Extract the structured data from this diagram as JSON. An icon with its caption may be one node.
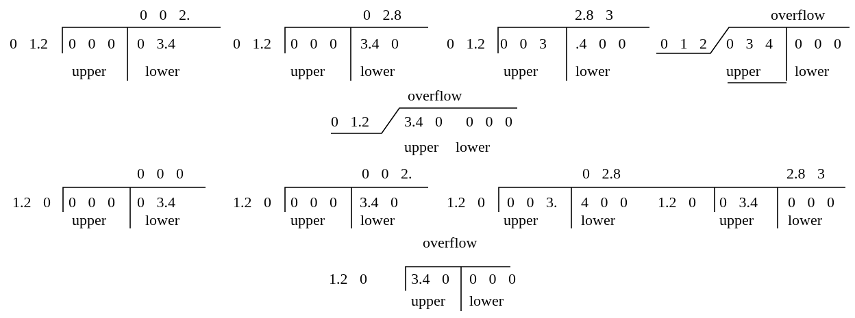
{
  "diagram": {
    "labels": [
      "0 0 2.",
      "0 2.8",
      "2.8 3",
      "overflow",
      "0 1.2",
      "0 0 0",
      "0 3.4",
      "0 1.2",
      "0 0 0",
      "3.4 0",
      "0 1.2",
      "0 0 3",
      ".4 0 0",
      "0 1 2",
      "0 3 4",
      "0 0 0",
      "upper",
      "lower",
      "upper",
      "lower",
      "upper",
      "lower",
      "upper",
      "lower",
      "overflow",
      "0 1.2",
      "3.4 0",
      "0 0 0",
      "upper",
      "lower",
      "0 0 0",
      "0 0 2.",
      "0 2.8",
      "2.8 3",
      "1.2 0",
      "0 0 0",
      "0 3.4",
      "1.2 0",
      "0 0 0",
      "3.4 0",
      "1.2 0",
      "0 0 3.",
      "4 0 0",
      "1.2 0",
      "0 3.4",
      "0 0 0",
      "upper",
      "lower",
      "upper",
      "lower",
      "upper",
      "lower",
      "upper",
      "lower",
      "overflow",
      "1.2 0",
      "3.4 0",
      "0 0 0",
      "upper",
      "lower"
    ]
  }
}
